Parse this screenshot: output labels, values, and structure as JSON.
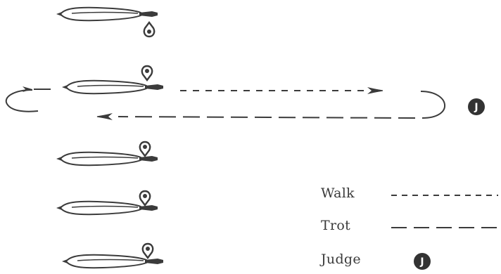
{
  "figure": {
    "colors": {
      "ink": "#3b3b3b",
      "judge_fill": "#333333",
      "judge_letter": "#ffffff"
    },
    "judge": {
      "letter": "J",
      "icon": "judge-circle-icon"
    },
    "horses": {
      "count": 5,
      "icon": "horse-and-handler-icon"
    },
    "path": {
      "outbound_gait": "Walk",
      "return_gait": "Trot"
    },
    "legend": {
      "items": [
        {
          "key": "walk",
          "label": "Walk",
          "symbol": "short-dash-line"
        },
        {
          "key": "trot",
          "label": "Trot",
          "symbol": "long-dash-line"
        },
        {
          "key": "judge",
          "label": "Judge",
          "symbol": "judge-circle-icon"
        }
      ]
    }
  }
}
